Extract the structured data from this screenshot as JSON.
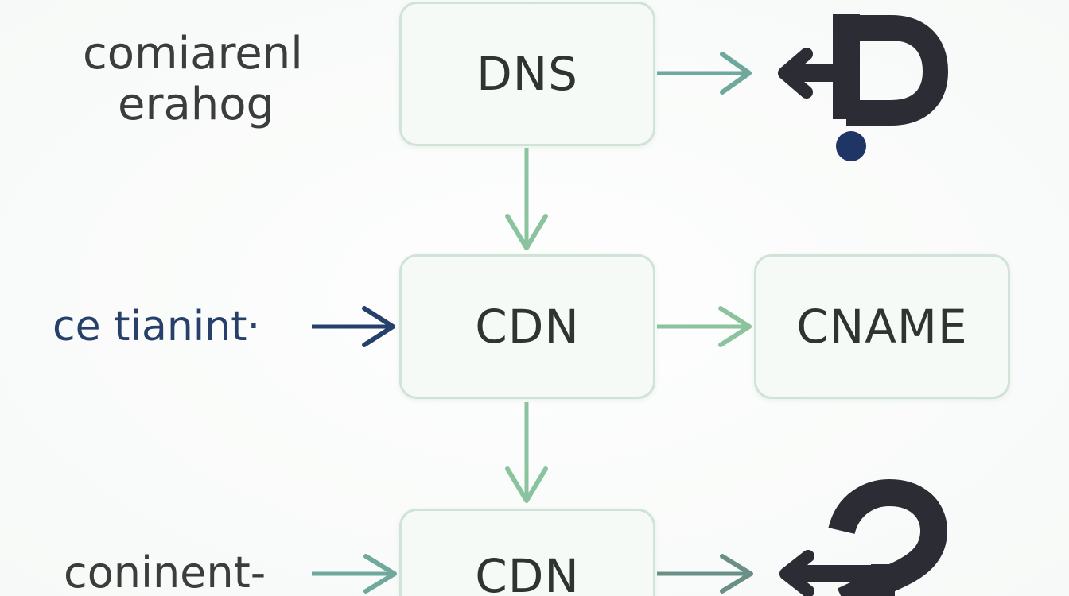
{
  "nodes": {
    "dns": "DNS",
    "cdn_1": "CDN",
    "cname": "CNAME",
    "cdn_2": "CDN"
  },
  "labels": {
    "top_left_line1": "comiarenl",
    "top_left_line2": "erahog",
    "middle_left": "ce tianint·",
    "bottom_left": "coninent-"
  },
  "colors": {
    "node_border": "#cfe3d6",
    "arrow_green": "#8cc39f",
    "arrow_teal": "#6fa89c",
    "arrow_navy": "#25416b",
    "symbol_dark": "#2c2c34",
    "dot_navy": "#1e3566"
  }
}
